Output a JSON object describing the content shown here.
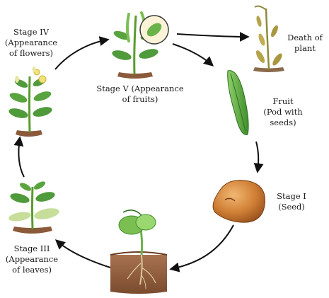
{
  "stages": {
    "stage4": {
      "lines": [
        "Stage IV",
        "(Appearance",
        "of flowers)"
      ]
    },
    "stage5": {
      "lines": [
        "Stage V (Appearance",
        "of fruits)"
      ]
    },
    "death": {
      "lines": [
        "Death of",
        "plant"
      ]
    },
    "fruit": {
      "lines": [
        "Fruit",
        "(Pod with",
        "seeds)"
      ]
    },
    "stage1": {
      "lines": [
        "Stage I",
        "(Seed)"
      ]
    },
    "stage3": {
      "lines": [
        "Stage III",
        "(Appearance",
        "of leaves)"
      ]
    }
  },
  "colors": {
    "leaf": "#4f9a3a",
    "leaf_dark": "#2f6e22",
    "stem": "#5a9a2e",
    "pod": "#6ab34a",
    "seed": "#c9752c",
    "soil": "#8a5a3a",
    "dead": "#b7a34a",
    "arrow": "#111111"
  }
}
